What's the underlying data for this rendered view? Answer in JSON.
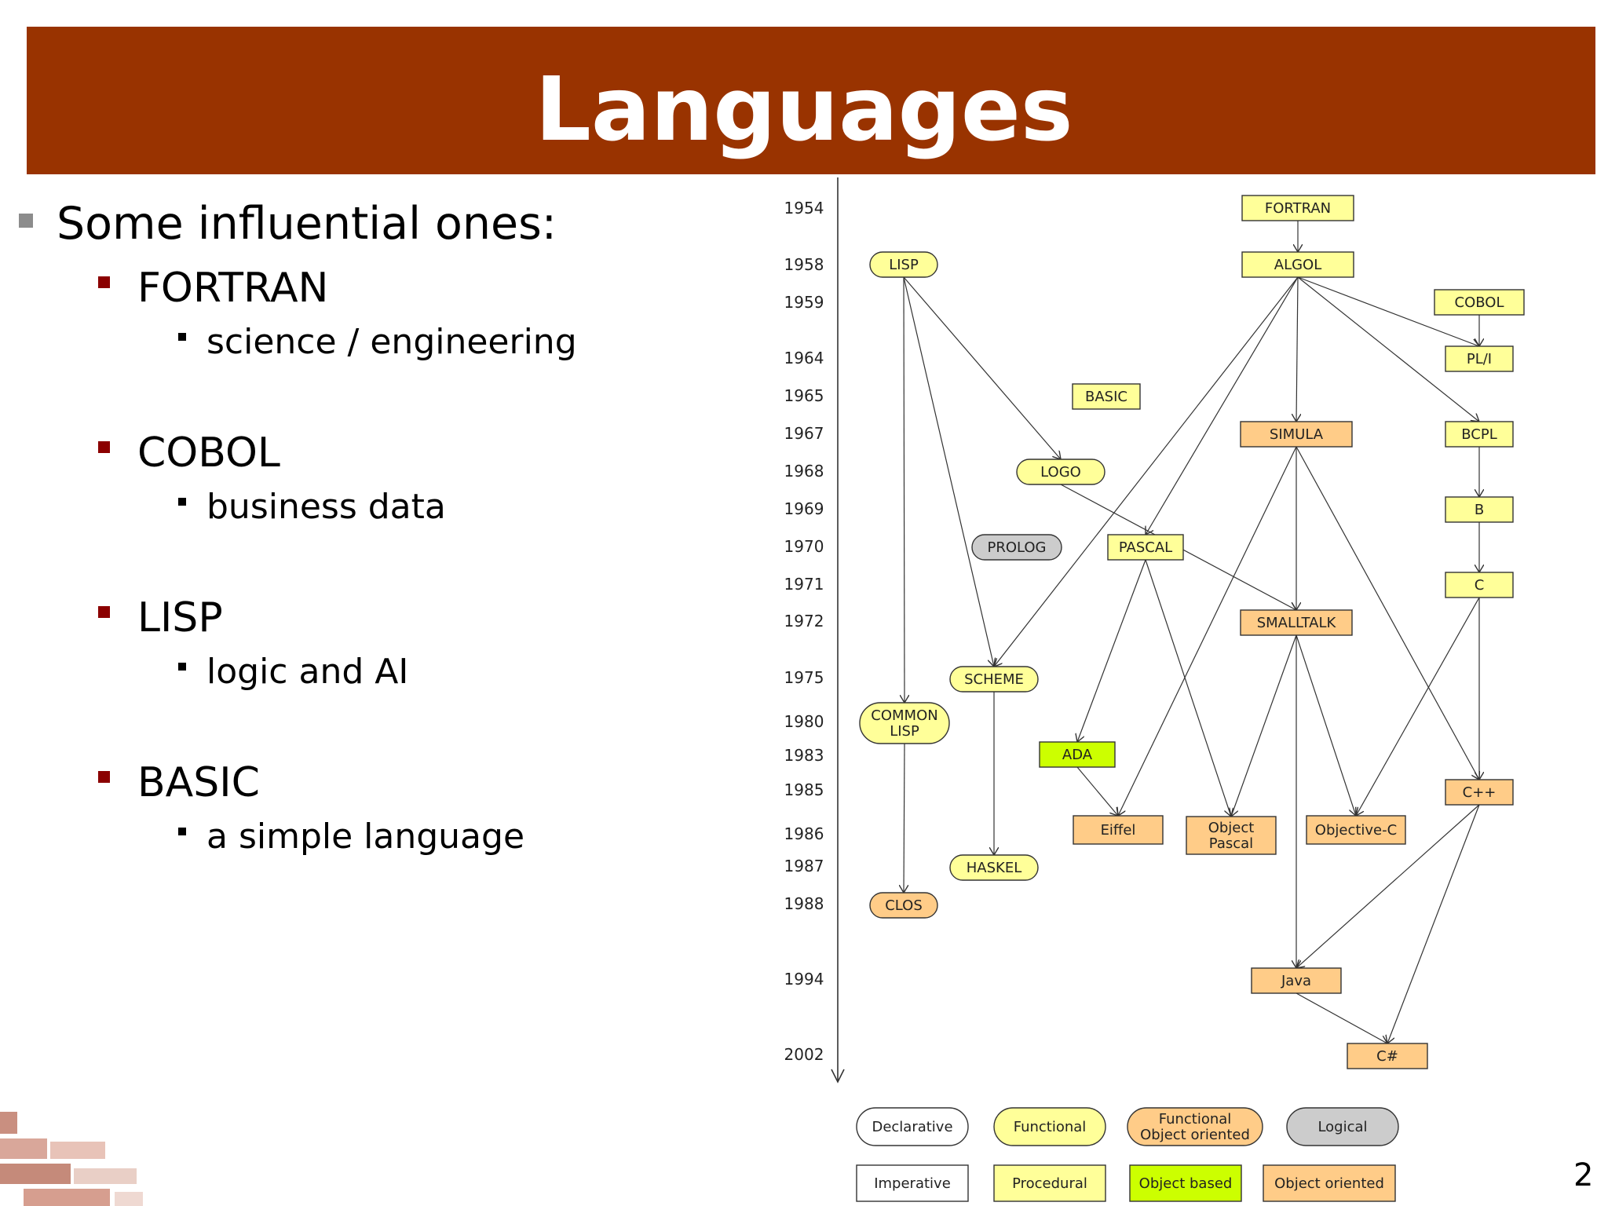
{
  "slide": {
    "title": "Languages",
    "page_number": "2"
  },
  "bullets": {
    "heading": "Some influential ones:",
    "items": [
      {
        "name": "FORTRAN",
        "detail": "science / engineering"
      },
      {
        "name": "COBOL",
        "detail": "business data"
      },
      {
        "name": "LISP",
        "detail": "logic and AI"
      },
      {
        "name": "BASIC",
        "detail": "a simple language"
      }
    ]
  },
  "timeline": {
    "years": [
      "1954",
      "1958",
      "1959",
      "1964",
      "1965",
      "1967",
      "1968",
      "1969",
      "1970",
      "1971",
      "1972",
      "1975",
      "1980",
      "1983",
      "1985",
      "1986",
      "1987",
      "1988",
      "1994",
      "2002"
    ]
  },
  "diagram": {
    "colors": {
      "declarative": "#ffffff",
      "functional": "#ffff99",
      "functional_oo": "#ffcc88",
      "logical": "#cccccc",
      "imperative": "#ffffff",
      "procedural": "#ffff99",
      "object_based": "#ccff00",
      "object_oriented": "#ffcc88"
    },
    "nodes": [
      {
        "id": "fortran",
        "label": "FORTRAN",
        "category": "procedural"
      },
      {
        "id": "algol",
        "label": "ALGOL",
        "category": "procedural"
      },
      {
        "id": "lisp",
        "label": "LISP",
        "category": "functional"
      },
      {
        "id": "cobol",
        "label": "COBOL",
        "category": "procedural"
      },
      {
        "id": "pli",
        "label": "PL/I",
        "category": "procedural"
      },
      {
        "id": "basic",
        "label": "BASIC",
        "category": "procedural"
      },
      {
        "id": "simula",
        "label": "SIMULA",
        "category": "object_oriented"
      },
      {
        "id": "bcpl",
        "label": "BCPL",
        "category": "procedural"
      },
      {
        "id": "logo",
        "label": "LOGO",
        "category": "functional"
      },
      {
        "id": "b",
        "label": "B",
        "category": "procedural"
      },
      {
        "id": "prolog",
        "label": "PROLOG",
        "category": "logical"
      },
      {
        "id": "pascal",
        "label": "PASCAL",
        "category": "procedural"
      },
      {
        "id": "c",
        "label": "C",
        "category": "procedural"
      },
      {
        "id": "smalltalk",
        "label": "SMALLTALK",
        "category": "object_oriented"
      },
      {
        "id": "scheme",
        "label": "SCHEME",
        "category": "functional"
      },
      {
        "id": "commonlisp",
        "label": "COMMON LISP",
        "category": "functional"
      },
      {
        "id": "ada",
        "label": "ADA",
        "category": "object_based"
      },
      {
        "id": "cpp",
        "label": "C++",
        "category": "object_oriented"
      },
      {
        "id": "eiffel",
        "label": "Eiffel",
        "category": "object_oriented"
      },
      {
        "id": "objpascal",
        "label": "Object Pascal",
        "category": "object_oriented"
      },
      {
        "id": "objc",
        "label": "Objective-C",
        "category": "object_oriented"
      },
      {
        "id": "haskel",
        "label": "HASKEL",
        "category": "functional"
      },
      {
        "id": "clos",
        "label": "CLOS",
        "category": "functional_oo"
      },
      {
        "id": "java",
        "label": "Java",
        "category": "object_oriented"
      },
      {
        "id": "csharp",
        "label": "C#",
        "category": "object_oriented"
      }
    ],
    "edges": [
      [
        "fortran",
        "algol"
      ],
      [
        "cobol",
        "pli"
      ],
      [
        "algol",
        "pli"
      ],
      [
        "algol",
        "bcpl"
      ],
      [
        "algol",
        "simula"
      ],
      [
        "algol",
        "scheme"
      ],
      [
        "algol",
        "pascal"
      ],
      [
        "lisp",
        "logo"
      ],
      [
        "lisp",
        "scheme"
      ],
      [
        "lisp",
        "commonlisp"
      ],
      [
        "logo",
        "smalltalk"
      ],
      [
        "simula",
        "smalltalk"
      ],
      [
        "simula",
        "eiffel"
      ],
      [
        "simula",
        "cpp"
      ],
      [
        "bcpl",
        "b"
      ],
      [
        "b",
        "c"
      ],
      [
        "c",
        "cpp"
      ],
      [
        "c",
        "objc"
      ],
      [
        "pascal",
        "ada"
      ],
      [
        "pascal",
        "objpascal"
      ],
      [
        "ada",
        "eiffel"
      ],
      [
        "smalltalk",
        "objpascal"
      ],
      [
        "smalltalk",
        "objc"
      ],
      [
        "smalltalk",
        "java"
      ],
      [
        "scheme",
        "haskel"
      ],
      [
        "commonlisp",
        "clos"
      ],
      [
        "cpp",
        "java"
      ],
      [
        "cpp",
        "csharp"
      ],
      [
        "java",
        "csharp"
      ]
    ],
    "legend": [
      {
        "label": "Declarative",
        "category": "declarative"
      },
      {
        "label": "Functional",
        "category": "functional"
      },
      {
        "label": "Functional Object oriented",
        "category": "functional_oo"
      },
      {
        "label": "Logical",
        "category": "logical"
      },
      {
        "label": "Imperative",
        "category": "imperative"
      },
      {
        "label": "Procedural",
        "category": "procedural"
      },
      {
        "label": "Object based",
        "category": "object_based"
      },
      {
        "label": "Object oriented",
        "category": "object_oriented"
      }
    ]
  }
}
